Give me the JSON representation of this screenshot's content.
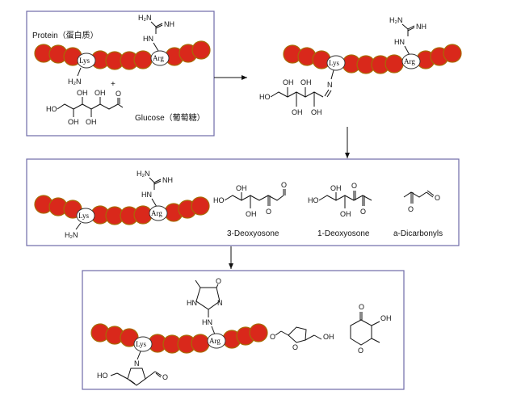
{
  "panel1": {
    "protein_label": "Protein（蛋白质）",
    "plus": "+",
    "glucose_label": "Glucose（葡萄糖）"
  },
  "residues": {
    "lys": "Lys",
    "arg": "Arg"
  },
  "atoms": {
    "h2n": "H₂N",
    "hn": "HN",
    "nh": "NH",
    "n": "N",
    "o": "O",
    "oh": "OH",
    "ho": "HO"
  },
  "panel2": {
    "compounds": [
      "3-Deoxyosone",
      "1-Deoxyosone",
      "a-Dicarbonyls"
    ]
  },
  "colors": {
    "bead_fill": "#d9281b",
    "bead_outline": "#a86a05",
    "panel_border": "#6f6aa8"
  }
}
